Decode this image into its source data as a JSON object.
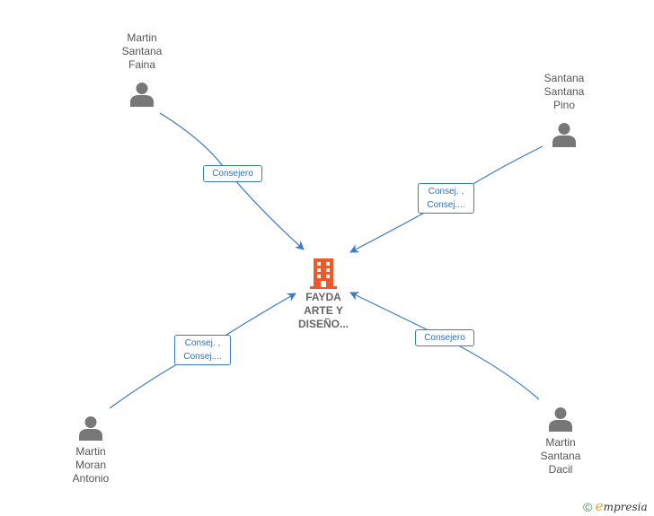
{
  "center": {
    "name_lines": [
      "FAYDA",
      "ARTE Y",
      "DISEÑO..."
    ],
    "icon": "building-icon",
    "color": "#f0582a"
  },
  "people": [
    {
      "id": "martin-santana-faina",
      "name_lines": [
        "Martin",
        "Santana",
        "Faina"
      ],
      "icon": "person-icon"
    },
    {
      "id": "santana-santana-pino",
      "name_lines": [
        "Santana",
        "Santana",
        "Pino"
      ],
      "icon": "person-icon"
    },
    {
      "id": "martin-moran-antonio",
      "name_lines": [
        "Martin",
        "Moran",
        "Antonio"
      ],
      "icon": "person-icon"
    },
    {
      "id": "martin-santana-dacil",
      "name_lines": [
        "Martin",
        "Santana",
        "Dacil"
      ],
      "icon": "person-icon"
    }
  ],
  "relations": [
    {
      "from": "martin-santana-faina",
      "label_lines": [
        "Consejero"
      ]
    },
    {
      "from": "santana-santana-pino",
      "label_lines": [
        "Consej. ,",
        "Consej...."
      ]
    },
    {
      "from": "martin-moran-antonio",
      "label_lines": [
        "Consej. ,",
        "Consej...."
      ]
    },
    {
      "from": "martin-santana-dacil",
      "label_lines": [
        "Consejero"
      ]
    }
  ],
  "colors": {
    "edge": "#3a7ac8",
    "person_icon": "#777777",
    "label_text": "#2f6fb8"
  },
  "brand": {
    "copyright_symbol": "©",
    "first_letter": "e",
    "rest": "mpresia"
  }
}
